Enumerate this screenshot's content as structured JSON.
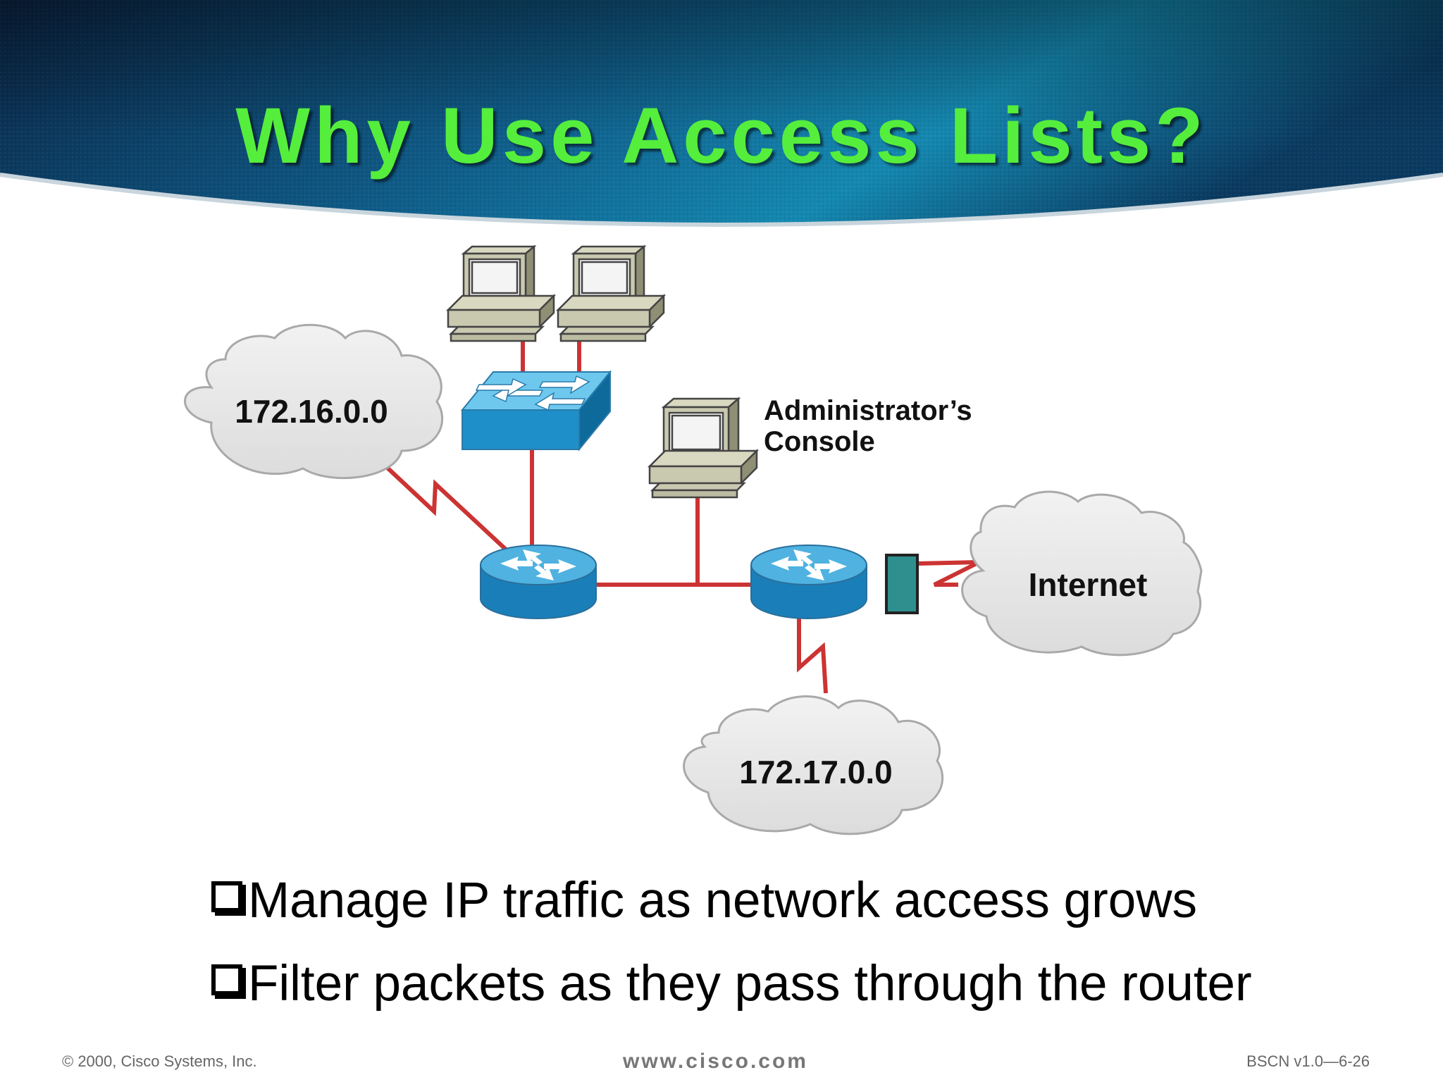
{
  "slide": {
    "title": "Why Use Access Lists?",
    "bullets": [
      "Manage IP traffic as network access grows",
      "Filter packets as they pass through the router"
    ]
  },
  "diagram": {
    "networks": {
      "left": "172.16.0.0",
      "bottom": "172.17.0.0",
      "internet": "Internet"
    },
    "admin_console": {
      "line1": "Administrator’s",
      "line2": "Console"
    }
  },
  "footer": {
    "copyright": "© 2000, Cisco Systems, Inc.",
    "website": "www.cisco.com",
    "course_code": "BSCN v1.0—6-26"
  },
  "colors": {
    "title": "#55ee3c",
    "link": "#cc3333",
    "device_blue": "#1e8fc9",
    "cloud": "#e6e6e6"
  }
}
